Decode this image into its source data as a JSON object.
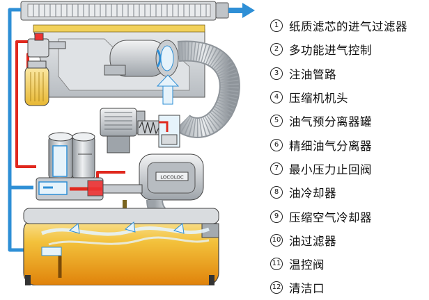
{
  "legend": {
    "items": [
      {
        "num": "1",
        "label": "纸质滤芯的进气过滤器"
      },
      {
        "num": "2",
        "label": "多功能进气控制"
      },
      {
        "num": "3",
        "label": "注油管路"
      },
      {
        "num": "4",
        "label": "压缩机机头"
      },
      {
        "num": "5",
        "label": "油气预分离器罐"
      },
      {
        "num": "6",
        "label": "精细油气分离器"
      },
      {
        "num": "7",
        "label": "最小压力止回阀"
      },
      {
        "num": "8",
        "label": "油冷却器"
      },
      {
        "num": "9",
        "label": "压缩空气冷却器"
      },
      {
        "num": "10",
        "label": "油过滤器"
      },
      {
        "num": "11",
        "label": "温控阀"
      },
      {
        "num": "12",
        "label": "清洁口"
      }
    ]
  },
  "diagram": {
    "motor_plate_text": "LOCOLOC",
    "colors": {
      "air_pipe": "#2e8fd6",
      "oil_pipe": "#f2a21a",
      "oil_line": "#e0281e",
      "metal": "#c7cbd0",
      "oil_tank_top": "#f7d66a",
      "oil_tank_bottom": "#e08a0a"
    }
  }
}
